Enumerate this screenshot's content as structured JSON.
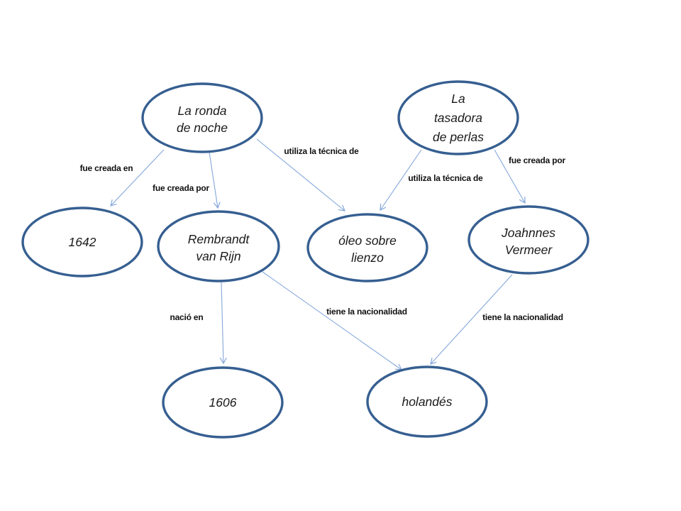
{
  "diagram": {
    "title": "concept map: Dutch paintings",
    "colors": {
      "background": "#ffffff",
      "node_border": "#365f91",
      "node_fill": "#ffffff",
      "edge": "#84a7da",
      "text": "#1a1a1a"
    },
    "nodes": {
      "ronda": {
        "line1": "La ronda",
        "line2": "de noche"
      },
      "tasadora": {
        "line1": "La",
        "line2": "tasadora",
        "line3": "de perlas"
      },
      "y1642": {
        "line1": "1642"
      },
      "rembrandt": {
        "line1": "Rembrandt",
        "line2": "van Rijn"
      },
      "oleo": {
        "line1": "óleo sobre",
        "line2": "lienzo"
      },
      "vermeer": {
        "line1": "Joahnnes",
        "line2": "Vermeer"
      },
      "y1606": {
        "line1": "1606"
      },
      "holandes": {
        "line1": "holandés"
      }
    },
    "edges": {
      "ronda_y1642": {
        "label": "fue creada en"
      },
      "ronda_rembrandt": {
        "label": "fue creada por"
      },
      "ronda_oleo": {
        "label": "utiliza la técnica de"
      },
      "tasadora_oleo": {
        "label": "utiliza la técnica de"
      },
      "tasadora_vermeer": {
        "label": "fue creada por"
      },
      "rembrandt_y1606": {
        "label": "nació en"
      },
      "rembrandt_holandes": {
        "label": "tiene la nacionalidad"
      },
      "vermeer_holandes": {
        "label": "tiene la nacionalidad"
      }
    }
  }
}
